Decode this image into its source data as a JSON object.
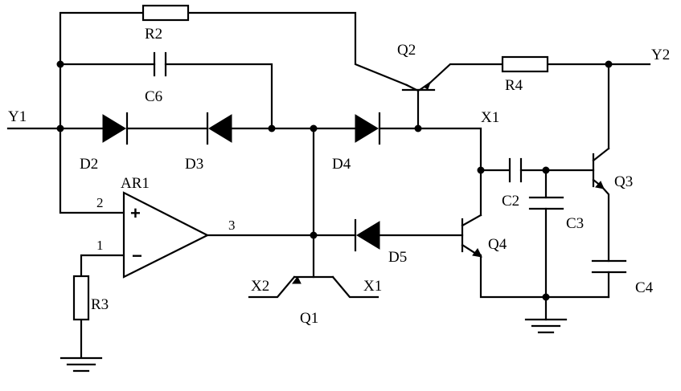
{
  "labels": {
    "Y1": "Y1",
    "Y2": "Y2",
    "X1_top": "X1",
    "X2_bottom": "X2",
    "X1_bottom": "X1",
    "R2": "R2",
    "R3": "R3",
    "R4": "R4",
    "C2": "C2",
    "C3": "C3",
    "C4": "C4",
    "C6": "C6",
    "D2": "D2",
    "D3": "D3",
    "D4": "D4",
    "D5": "D5",
    "Q1": "Q1",
    "Q2": "Q2",
    "Q3": "Q3",
    "Q4": "Q4",
    "AR1": "AR1"
  },
  "pins": {
    "noninverting": "2",
    "inverting": "1",
    "output": "3",
    "plus_sign": "+",
    "minus_sign": "−"
  }
}
